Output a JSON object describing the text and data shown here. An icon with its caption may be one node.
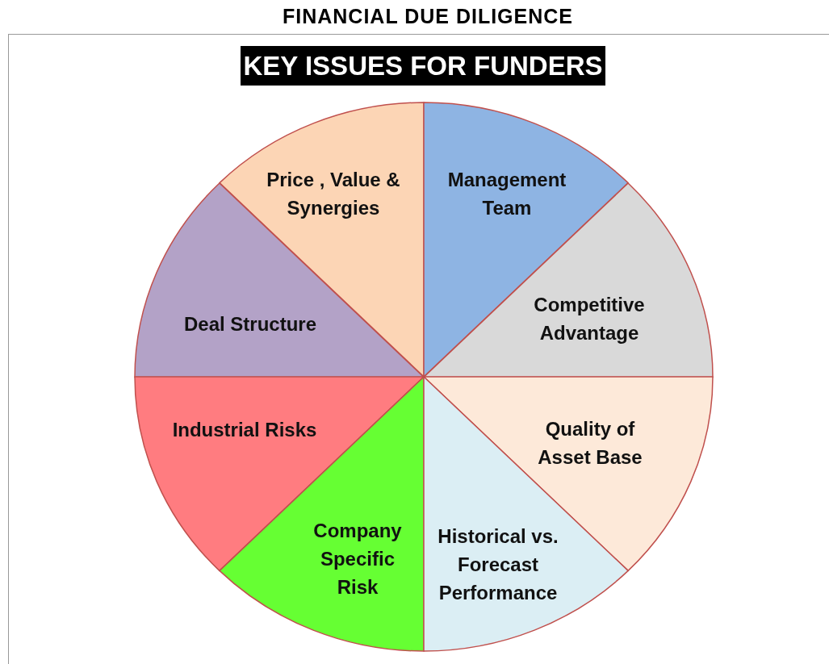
{
  "diagram": {
    "title": "FINANCIAL DUE DILIGENCE",
    "nodes": [
      {
        "text": [
          "KEY ISSUES FOR FUNDERS"
        ]
      },
      {
        "text": [
          "Price , Value & Synergies"
        ]
      },
      {
        "text": [
          "Management Team"
        ]
      },
      {
        "text": [
          "Deal Structure"
        ]
      },
      {
        "text": [
          "Competitive Advantage"
        ]
      },
      {
        "text": [
          "Industrial Risks"
        ]
      },
      {
        "text": [
          "Quality of Asset Base"
        ]
      },
      {
        "text": [
          "Company Specific Risk"
        ]
      },
      {
        "text": [
          "Historical vs. Forecast Performance"
        ]
      }
    ]
  }
}
